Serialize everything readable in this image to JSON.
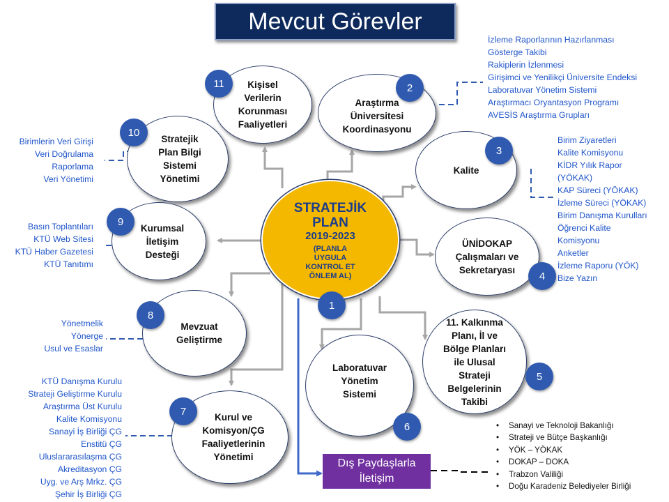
{
  "title": "Mevcut Görevler",
  "center": {
    "line1": "STRATEJİK",
    "line2": "PLAN",
    "line3": "2019-2023",
    "sub": [
      "(PLANLA",
      "UYGULA",
      "KONTROL ET",
      "ÖNLEM AL)"
    ]
  },
  "nodes": [
    {
      "id": "1",
      "badge": "1",
      "lines": []
    },
    {
      "id": "2",
      "badge": "2",
      "lines": [
        "Araştırma",
        "Üniversitesi",
        "Koordinasyonu"
      ]
    },
    {
      "id": "3",
      "badge": "3",
      "lines": [
        "Kalite"
      ]
    },
    {
      "id": "4",
      "badge": "4",
      "lines": [
        "ÜNİDOKAP",
        "Çalışmaları ve",
        "Sekretaryası"
      ]
    },
    {
      "id": "5",
      "badge": "5",
      "lines": [
        "11. Kalkınma",
        "Planı, İl ve",
        "Bölge Planları",
        "ile Ulusal",
        "Strateji",
        "Belgelerinin",
        "Takibi"
      ]
    },
    {
      "id": "6",
      "badge": "6",
      "lines": [
        "Laboratuvar",
        "Yönetim",
        "Sistemi"
      ]
    },
    {
      "id": "7",
      "badge": "7",
      "lines": [
        "Kurul ve",
        "Komisyon/ÇG",
        "Faaliyetlerinin",
        "Yönetimi"
      ]
    },
    {
      "id": "8",
      "badge": "8",
      "lines": [
        "Mevzuat",
        "Geliştirme"
      ]
    },
    {
      "id": "9",
      "badge": "9",
      "lines": [
        "Kurumsal",
        "İletişim",
        "Desteği"
      ]
    },
    {
      "id": "10",
      "badge": "10",
      "lines": [
        "Stratejik",
        "Plan Bilgi",
        "Sistemi",
        "Yönetimi"
      ]
    },
    {
      "id": "11",
      "badge": "11",
      "lines": [
        "Kişisel",
        "Verilerin",
        "Korunması",
        "Faaliyetleri"
      ]
    }
  ],
  "lists": {
    "arastirma": [
      "İzleme Raporlarının Hazırlanması",
      "Gösterge Takibi",
      "Rakiplerin İzlenmesi",
      "Girişimci ve Yenilikçi Üniversite Endeksi",
      "Laboratuvar Yönetim Sistemi",
      "Araştırmacı Oryantasyon Programı",
      "AVESİS Araştırma Grupları"
    ],
    "kalite": [
      "Birim Ziyaretleri",
      "Kalite Komisyonu",
      "KİDR Yılık Rapor",
      "(YÖKAK)",
      "KAP Süreci (YÖKAK)",
      "İzleme Süreci (YÖKAK)",
      "Birim Danışma Kurulları",
      "Öğrenci Kalite",
      "Komisyonu",
      "Anketler",
      "İzleme Raporu (YÖK)",
      "Bize Yazın"
    ],
    "bilgi_sistemi": [
      "Birimlerin Veri Girişi",
      "Veri Doğrulama",
      "Raporlama",
      "Veri Yönetimi"
    ],
    "iletisim": [
      "Basın Toplantıları",
      "KTÜ Web Sitesi",
      "KTÜ Haber Gazetesi",
      "KTÜ Tanıtımı"
    ],
    "mevzuat": [
      "Yönetmelik",
      "Yönerge",
      "Usul ve Esaslar"
    ],
    "kurullar": [
      "KTÜ Danışma Kurulu",
      "Strateji Geliştirme Kurulu",
      "Araştırma Üst Kurulu",
      "Kalite Komisyonu",
      "Sanayi İş  Birliği ÇG",
      "Enstitü ÇG",
      "Uluslararasılaşma ÇG",
      "Akreditasyon ÇG",
      "Uyg. ve Arş Mrkz. ÇG",
      "Şehir İş Birliği ÇG"
    ]
  },
  "external": {
    "label": "Dış Paydaşlarla İletişim",
    "items": [
      "Sanayi ve Teknoloji Bakanlığı",
      "Strateji ve Bütçe Başkanlığı",
      "YÖK – YÖKAK",
      "DOKAP – DOKA",
      "Trabzon Valiliği",
      "Doğu Karadeniz Belediyeler Birliği"
    ]
  },
  "colors": {
    "title_bg": "#0e2a5c",
    "center_fill": "#f5b800",
    "badge": "#2f5aaf",
    "list_text": "#1f55c9",
    "external_box": "#7030a0",
    "connector": "#a6a6a6"
  }
}
